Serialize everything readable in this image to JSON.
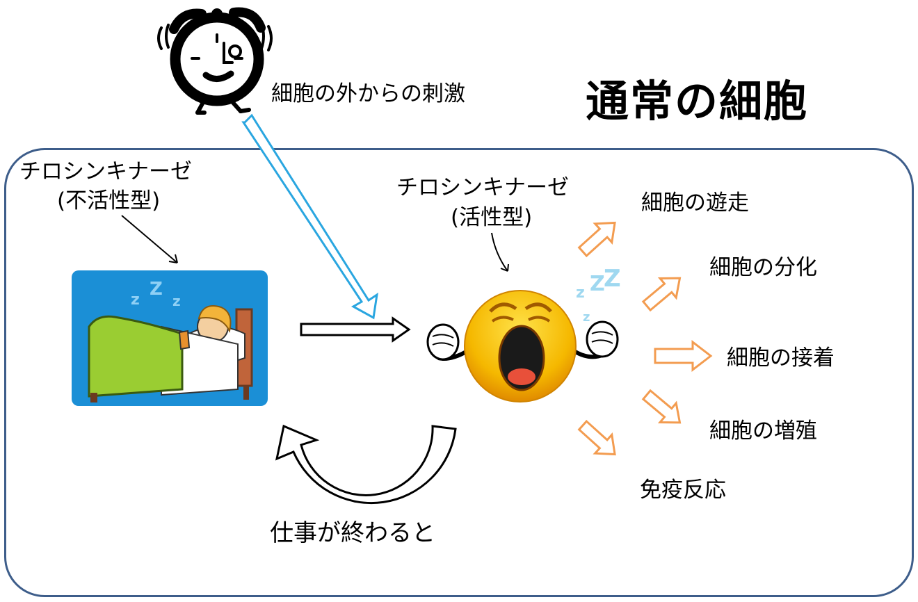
{
  "title": "通常の細胞",
  "stimulus": {
    "label": "細胞の外からの刺激",
    "icon": "alarm-clock-icon",
    "arrow_color": "#2aa6e0"
  },
  "inactive": {
    "name": "チロシンキナーゼ",
    "state": "(不活性型)",
    "icon": "sleeping-person-icon",
    "panel_color": "#1b8fd6",
    "blanket_color": "#9acd32"
  },
  "active": {
    "name": "チロシンキナーゼ",
    "state": "(活性型)",
    "icon": "yelling-face-icon",
    "face_color": "#f5b800"
  },
  "outcomes": [
    {
      "label": "細胞の遊走"
    },
    {
      "label": "細胞の分化"
    },
    {
      "label": "細胞の接着"
    },
    {
      "label": "細胞の増殖"
    },
    {
      "label": "免疫反応"
    }
  ],
  "outcome_arrow_color": "#f39c50",
  "return_label": "仕事が終わると",
  "border_color": "#3d5d8a"
}
